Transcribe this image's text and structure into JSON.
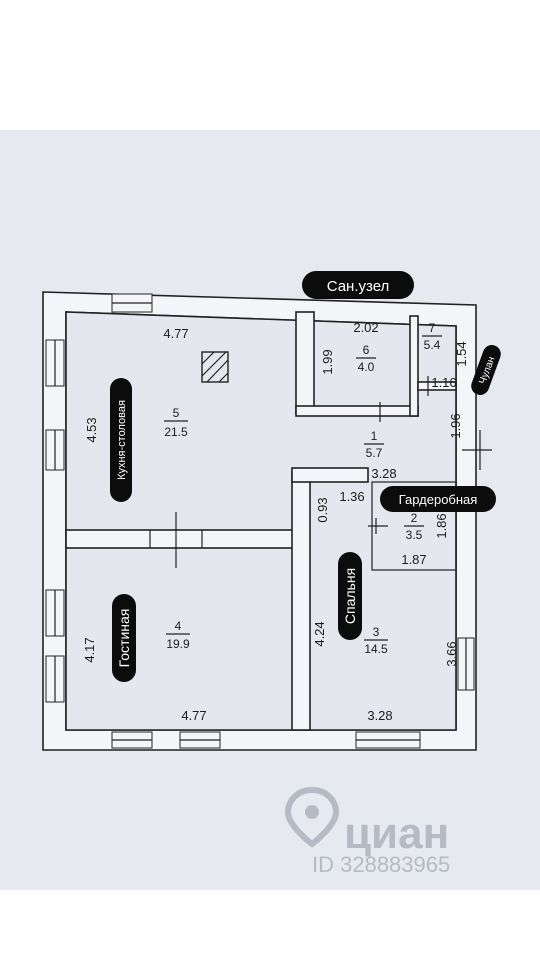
{
  "labels": {
    "bathroom": "Сан.узел",
    "closet": "Чулан",
    "kitchen": "Кухня-столовая",
    "dressing": "Гардеробная",
    "living": "Гостиная",
    "bedroom": "Спальня"
  },
  "rooms": {
    "r1": {
      "num": "1",
      "area": "5.7"
    },
    "r2": {
      "num": "2",
      "area": "3.5"
    },
    "r3": {
      "num": "3",
      "area": "14.5"
    },
    "r4": {
      "num": "4",
      "area": "19.9"
    },
    "r5": {
      "num": "5",
      "area": "21.5"
    },
    "r6": {
      "num": "6",
      "area": "4.0"
    },
    "r7": {
      "num": "7",
      "area": "5.4"
    }
  },
  "dims": {
    "kitchen_top": "4.77",
    "kitchen_left": "4.53",
    "bath_top": "2.02",
    "bath_left": "1.99",
    "closet_right": "1.54",
    "closet_bottom": "1.16",
    "hall_right": "1.96",
    "hall_bottom": "3.28",
    "dress_top": "1.36",
    "dress_right": "1.86",
    "dress_bottom": "1.87",
    "corr_width": "0.93",
    "bed_left": "4.24",
    "bed_right": "3.66",
    "bed_bottom": "3.28",
    "living_left": "4.17",
    "living_bottom": "4.77"
  },
  "watermark": {
    "brand": "циан",
    "id": "ID 328883965"
  }
}
